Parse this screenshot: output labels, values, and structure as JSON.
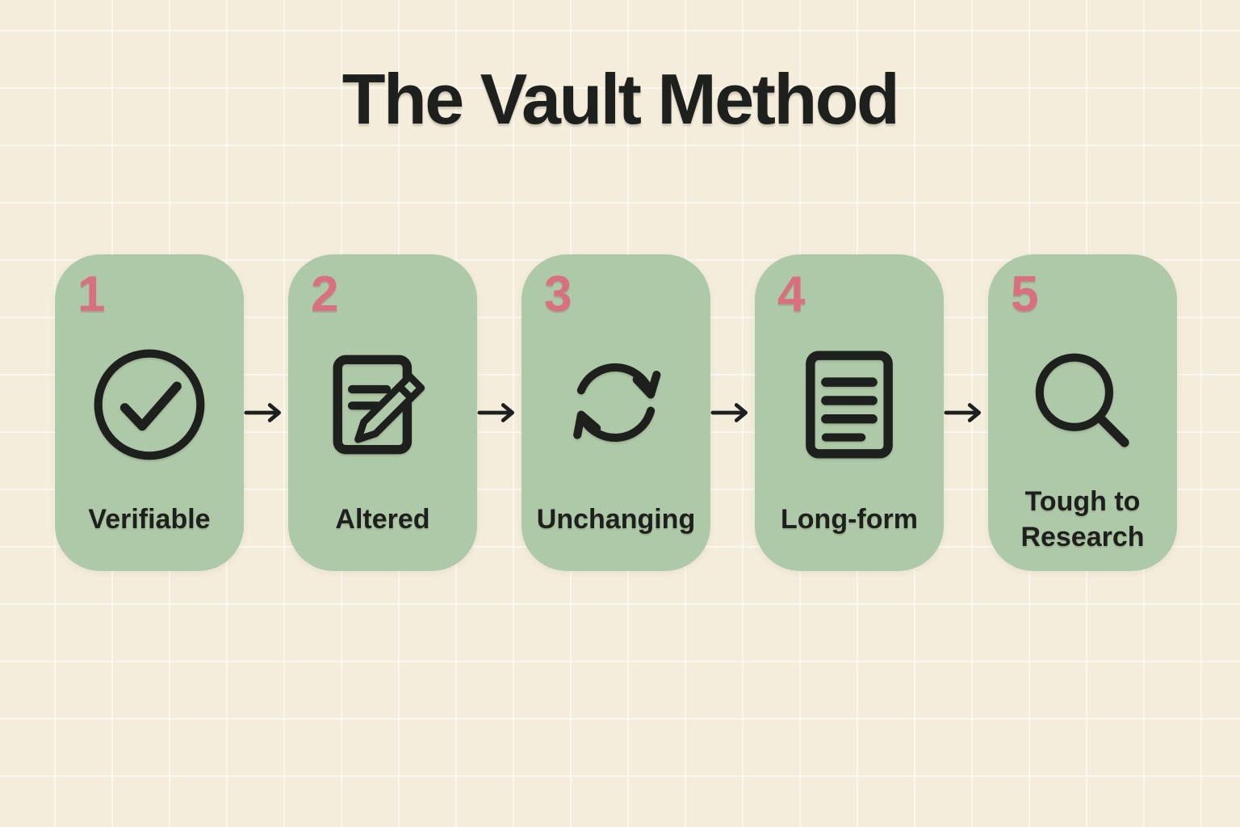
{
  "title": "The Vault Method",
  "colors": {
    "background": "#f4eddc",
    "grid_line": "#faf6eb",
    "card": "#aec9a7",
    "number_accent": "#d87080",
    "ink": "#1e201e"
  },
  "steps": [
    {
      "number": "1",
      "label": "Verifiable",
      "icon": "check-circle-icon"
    },
    {
      "number": "2",
      "label": "Altered",
      "icon": "edit-document-icon"
    },
    {
      "number": "3",
      "label": "Unchanging",
      "icon": "sync-arrows-icon"
    },
    {
      "number": "4",
      "label": "Long-form",
      "icon": "document-lines-icon"
    },
    {
      "number": "5",
      "label": "Tough to Research",
      "icon": "magnifier-icon"
    }
  ],
  "connector": "arrow-right"
}
